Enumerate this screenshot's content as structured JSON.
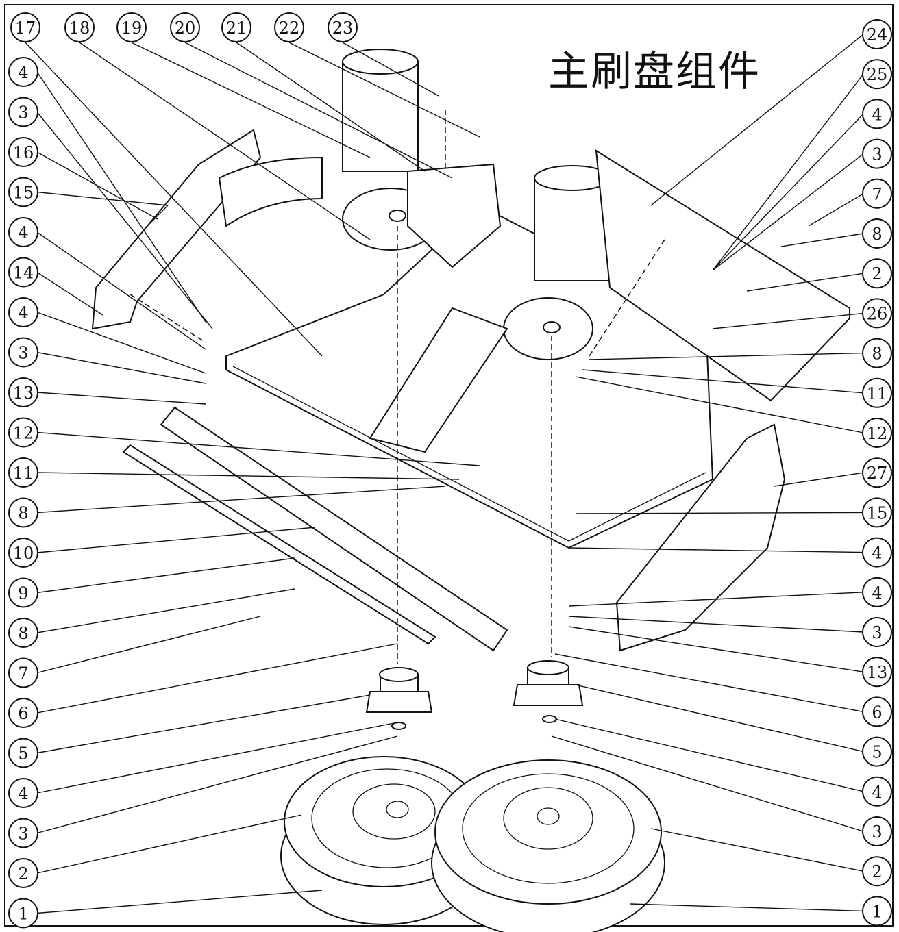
{
  "title": "主刷盘组件",
  "callouts_top": [
    "17",
    "18",
    "19",
    "20",
    "21",
    "22",
    "23"
  ],
  "callouts_left": [
    "4",
    "3",
    "16",
    "15",
    "4",
    "14",
    "4",
    "3",
    "13",
    "12",
    "11",
    "8",
    "10",
    "9",
    "8",
    "7",
    "6",
    "5",
    "4",
    "3",
    "2",
    "1"
  ],
  "callouts_right": [
    "24",
    "25",
    "4",
    "3",
    "7",
    "8",
    "2",
    "26",
    "8",
    "11",
    "12",
    "27",
    "15",
    "4",
    "4",
    "3",
    "13",
    "6",
    "5",
    "4",
    "3",
    "2",
    "1"
  ]
}
